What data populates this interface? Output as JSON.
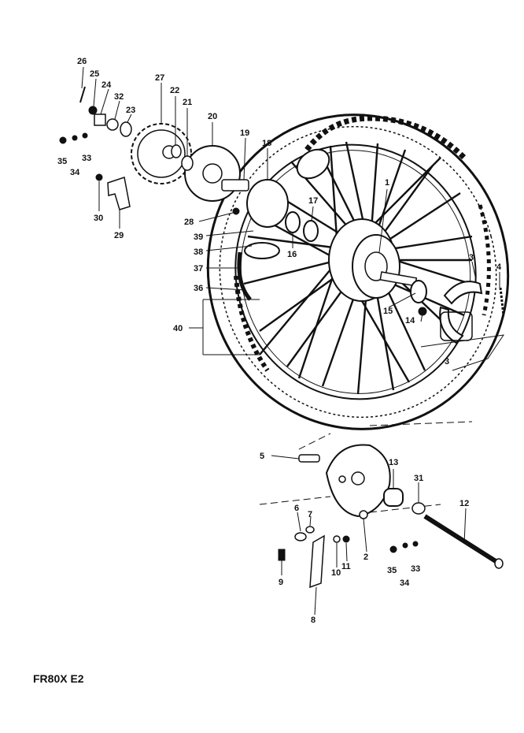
{
  "caption": "FR80X E2",
  "labels": {
    "p1": "1",
    "p2": "2",
    "p3a": "3",
    "p3b": "3",
    "p4": "4",
    "p5": "5",
    "p6": "6",
    "p7": "7",
    "p8": "8",
    "p9": "9",
    "p10": "10",
    "p11": "11",
    "p12": "12",
    "p13": "13",
    "p14": "14",
    "p15": "15",
    "p16": "16",
    "p17": "17",
    "p18": "18",
    "p19": "19",
    "p20": "20",
    "p21": "21",
    "p22": "22",
    "p23": "23",
    "p24": "24",
    "p25": "25",
    "p26": "26",
    "p27": "27",
    "p28": "28",
    "p29": "29",
    "p30": "30",
    "p31": "31",
    "p32": "32",
    "p33a": "33",
    "p33b": "33",
    "p34a": "34",
    "p34b": "34",
    "p35a": "35",
    "p35b": "35",
    "p36": "36",
    "p37": "37",
    "p38": "38",
    "p39": "39",
    "p40": "40"
  }
}
